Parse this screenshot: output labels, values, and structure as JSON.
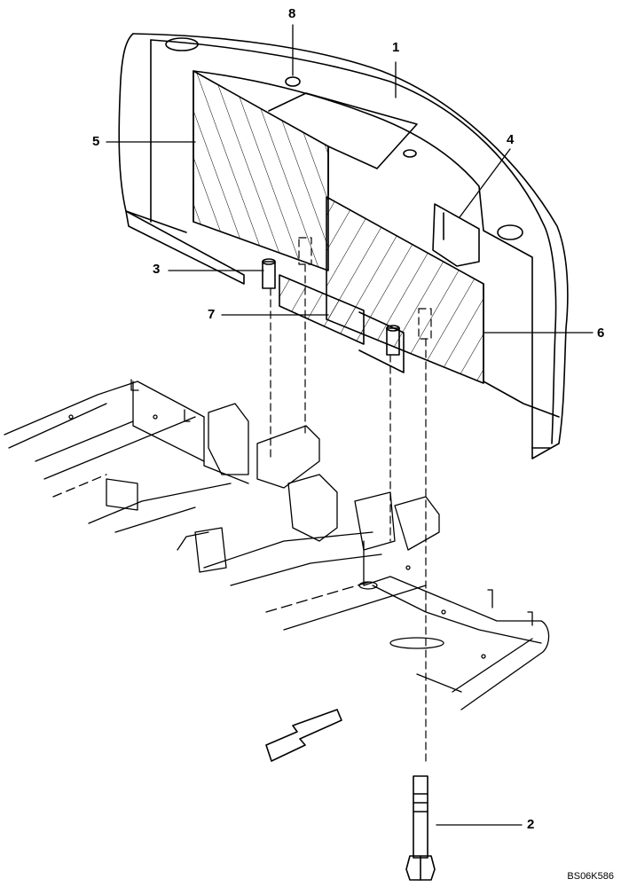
{
  "callouts": {
    "c1": "1",
    "c2": "2",
    "c3": "3",
    "c4": "4",
    "c5": "5",
    "c6": "6",
    "c7": "7",
    "c8": "8"
  },
  "drawing_code": "BS06K586",
  "colors": {
    "ink": "#000000",
    "background": "#ffffff"
  }
}
